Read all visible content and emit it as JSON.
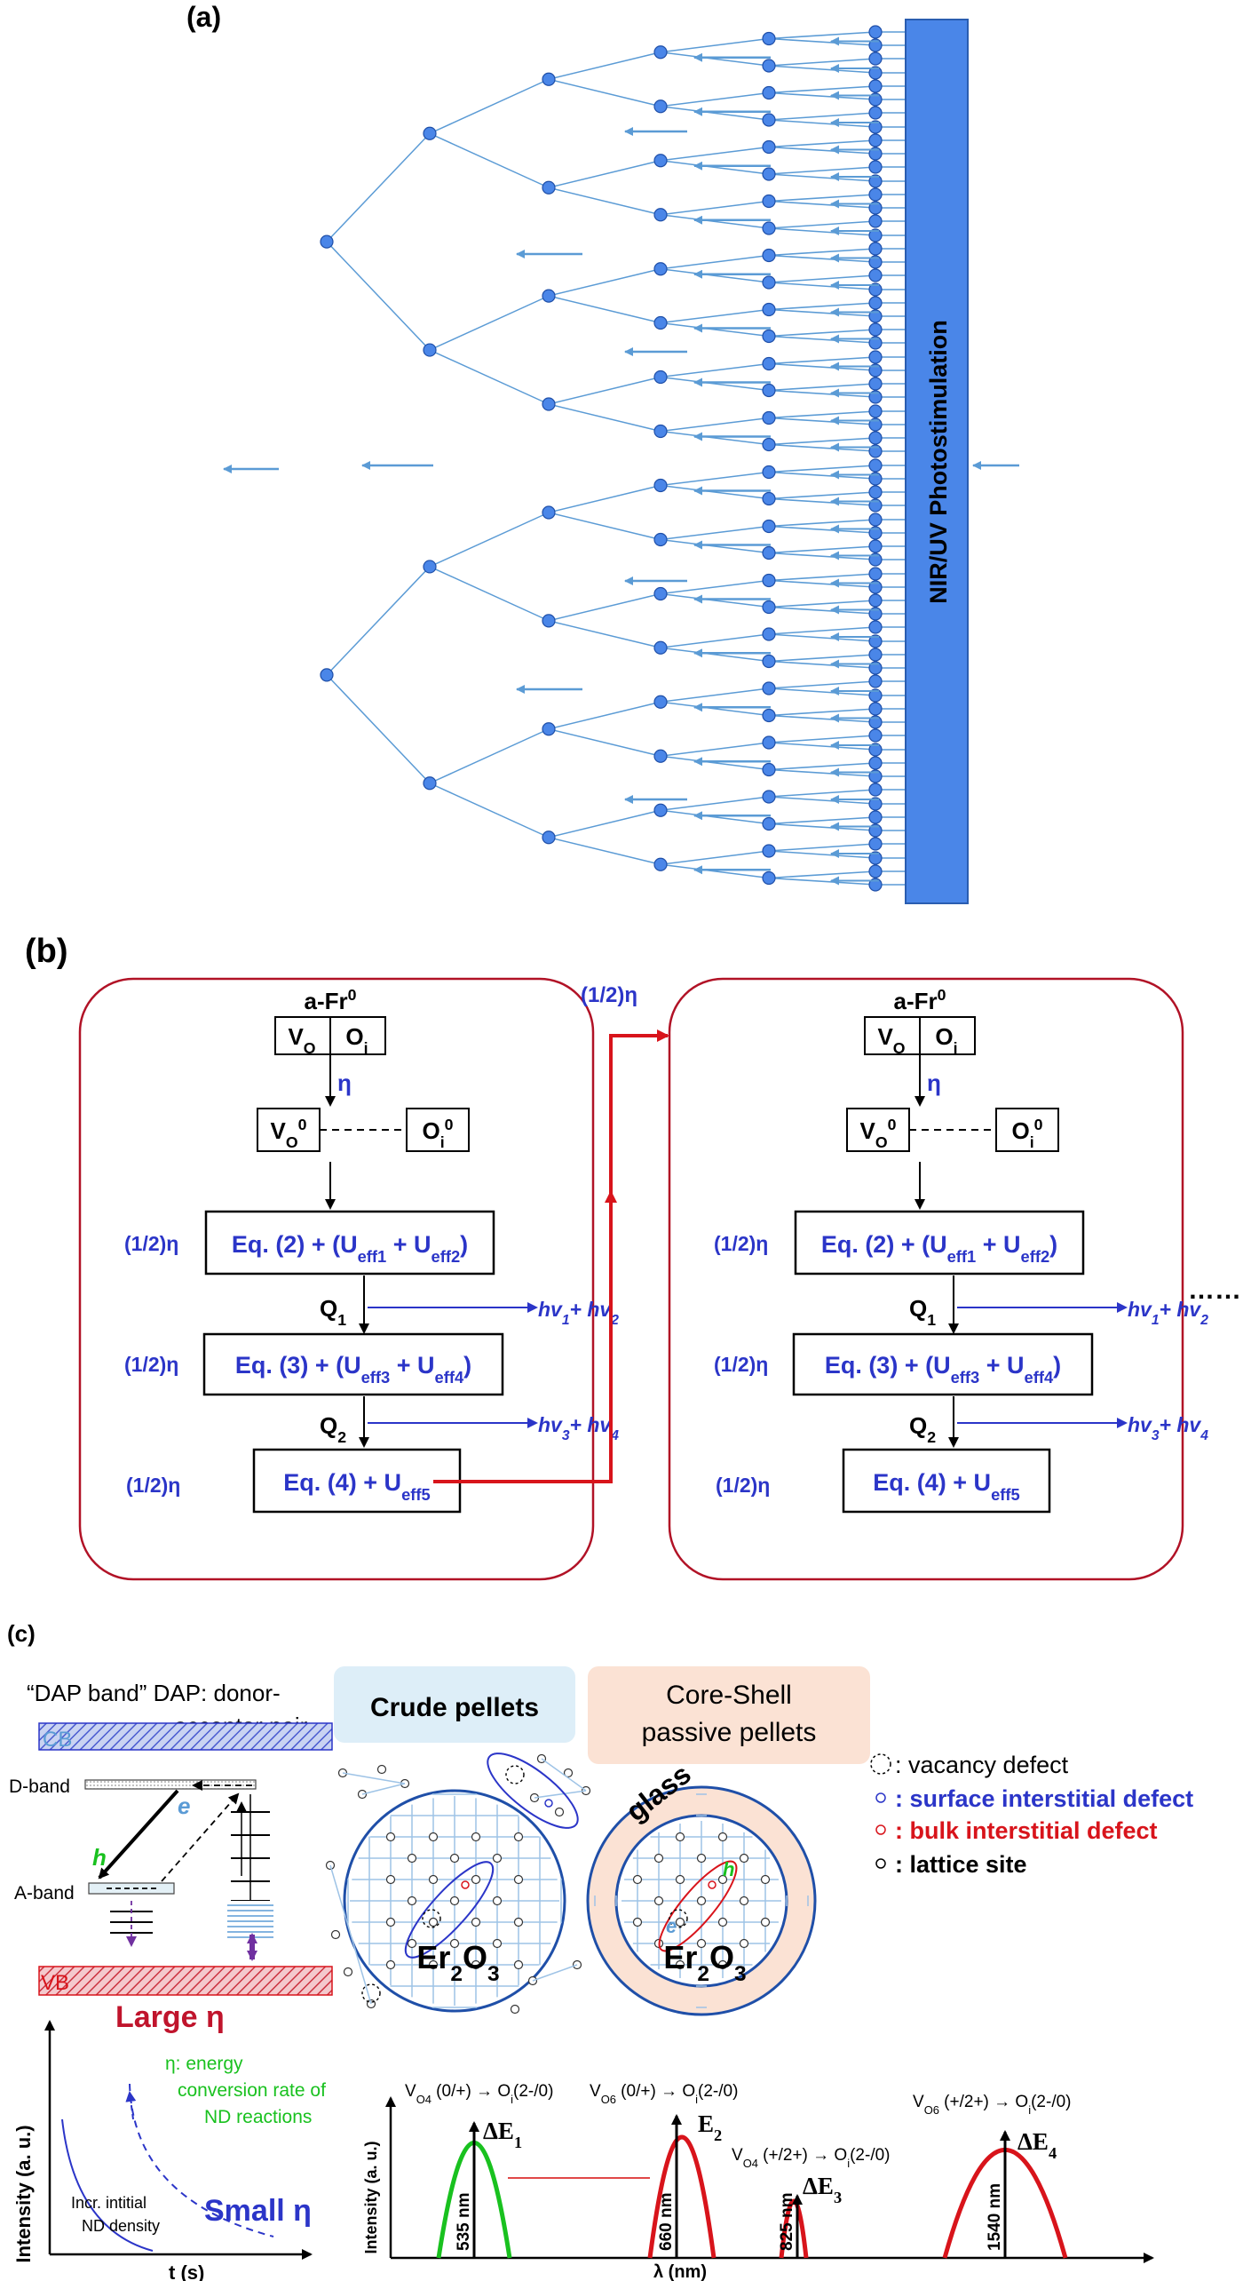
{
  "panel_a": {
    "label": "(a)",
    "bar_label": "NIR/UV Photostimulation"
  },
  "panel_b": {
    "label": "(b)",
    "ellipsis": "……",
    "link_label": "(1/2)η",
    "top_label": "a-Fr",
    "top_sup": "0",
    "vo": "V",
    "vo_sub": "O",
    "oi": "O",
    "oi_sub": "i",
    "zero_sup": "0",
    "eta": "η",
    "half_eta": "(1/2)η",
    "eq2_text": "Eq. (2) + (U",
    "eq2_sub1": "eff1",
    "eq2_plus": " + U",
    "eq2_sub2": "eff2",
    "eq2_close": ")",
    "eq3_text": "Eq. (3) + (U",
    "eq3_sub1": "eff3",
    "eq3_plus": " + U",
    "eq3_sub2": "eff4",
    "eq3_close": ")",
    "eq4_text": "Eq. (4) + U",
    "eq4_sub": "eff5",
    "q1": "Q",
    "q1_sub": "1",
    "q2": "Q",
    "q2_sub": "2",
    "hv12_a": "hv",
    "hv12_s1": "1",
    "hv12_p": "+ hv",
    "hv12_s2": "2",
    "hv34_a": "hv",
    "hv34_s1": "3",
    "hv34_p": "+ hv",
    "hv34_s2": "4"
  },
  "panel_c": {
    "label": "(c)",
    "dap_band": "“DAP band” DAP: donor-",
    "dap_band2": "acceptor pair",
    "cb": "CB",
    "vb": "VB",
    "d_band": "D-band",
    "a_band": "A-band",
    "e": "e",
    "h": "h",
    "large_eta": "Large η",
    "small_eta": "Small η",
    "eta_def1": "η: energy",
    "eta_def2": "conversion rate of",
    "eta_def3": "ND reactions",
    "incr1": "Incr. intitial",
    "incr2": "ND density",
    "ylabel_left": "Intensity (a. u.)",
    "xlabel_left": "t (s)",
    "crude": "Crude pellets",
    "core1": "Core-Shell",
    "core2": "passive pellets",
    "glass": "glass",
    "er2o3": "Er",
    "er_sub": "2",
    "o3": "O",
    "o_sub": "3",
    "legend": [
      {
        "text": ": vacancy defect",
        "color": "#000000"
      },
      {
        "text": ": surface interstitial defect",
        "color": "#2b35c8"
      },
      {
        "text": ": bulk interstitial defect",
        "color": "#d8141b"
      },
      {
        "text": ": lattice site",
        "color": "#000000"
      }
    ],
    "ylabel_right": "Intensity (a. u.)",
    "xlabel_right": "λ (nm)",
    "peaks": [
      {
        "nm": "535 nm",
        "de": "ΔE",
        "de_sub": "1",
        "trans": "V",
        "trans_sub": "O4",
        "trans_rest": " (0/+) → O",
        "trans_sub2": "i",
        "trans_end": "(2-/0)",
        "color": "#19c11f"
      },
      {
        "nm": "660 nm",
        "de": "E",
        "de_sub": "2",
        "trans": "V",
        "trans_sub": "O6",
        "trans_rest": " (0/+) → O",
        "trans_sub2": "i",
        "trans_end": "(2-/0)",
        "color": "#d8141b"
      },
      {
        "nm": "825 nm",
        "de": "ΔE",
        "de_sub": "3",
        "trans": "V",
        "trans_sub": "O4",
        "trans_rest": " (+/2+) → O",
        "trans_sub2": "i",
        "trans_end": "(2-/0)",
        "color": "#d8141b"
      },
      {
        "nm": "1540 nm",
        "de": "ΔE",
        "de_sub": "4",
        "trans": "V",
        "trans_sub": "O6",
        "trans_rest": " (+/2+) → O",
        "trans_sub2": "i",
        "trans_end": "(2-/0)",
        "color": "#d8141b"
      }
    ],
    "colors": {
      "blue": "#2b35c8",
      "red": "#d8141b",
      "green": "#19c11f",
      "light_blue": "#5b9bd5"
    }
  }
}
